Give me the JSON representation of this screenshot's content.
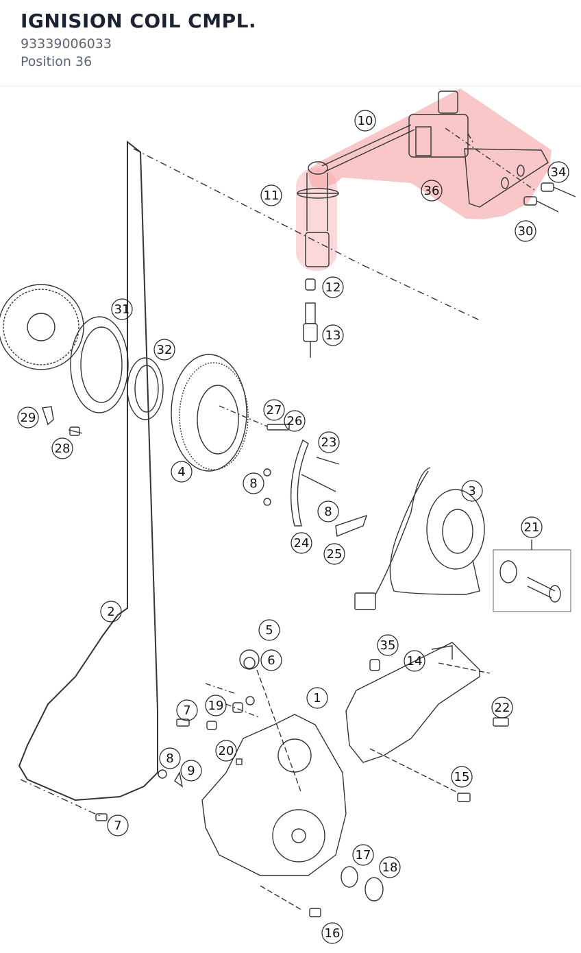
{
  "header": {
    "title": "IGNISION COIL CMPL.",
    "part_number": "93339006033",
    "position_label": "Position 36"
  },
  "diagram": {
    "highlight_color": "#f6a9ab",
    "callouts": [
      "10",
      "11",
      "12",
      "13",
      "34",
      "36",
      "30",
      "31",
      "32",
      "27",
      "26",
      "29",
      "28",
      "23",
      "4",
      "8",
      "24",
      "3",
      "8",
      "25",
      "21",
      "2",
      "5",
      "6",
      "35",
      "14",
      "1",
      "7",
      "19",
      "22",
      "20",
      "8",
      "9",
      "15",
      "7",
      "17",
      "18",
      "16"
    ]
  }
}
